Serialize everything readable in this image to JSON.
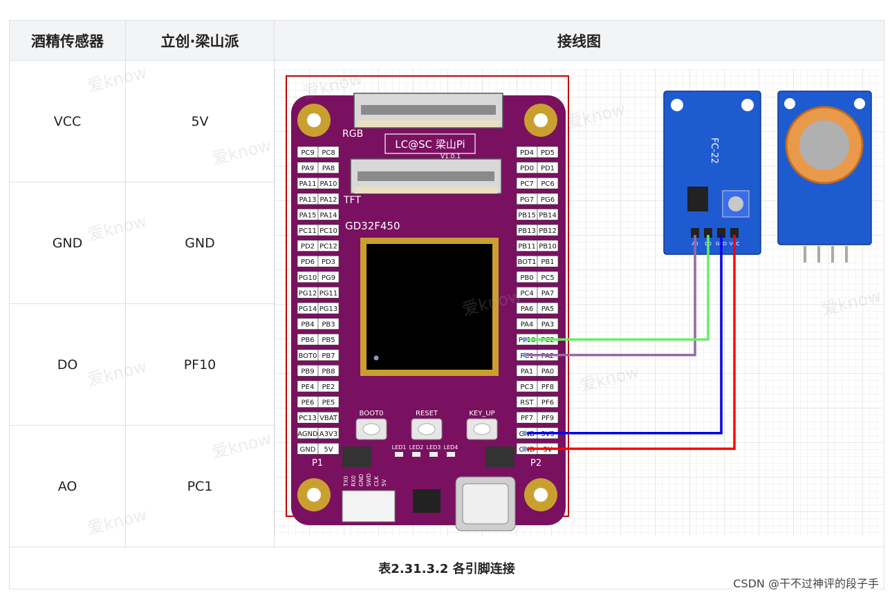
{
  "table": {
    "headers": [
      "酒精传感器",
      "立创·梁山派",
      "接线图"
    ],
    "rows": [
      {
        "sensor": "VCC",
        "board": "5V"
      },
      {
        "sensor": "GND",
        "board": "GND"
      },
      {
        "sensor": "DO",
        "board": "PF10"
      },
      {
        "sensor": "AO",
        "board": "PC1"
      }
    ],
    "caption": "表2.31.3.2 各引脚连接"
  },
  "board": {
    "rgb_label": "RGB",
    "tft_label": "TFT",
    "logo": "LC@SC 梁山Pi",
    "version": "V1.0.1",
    "chip": "GD32F450",
    "left_pins": [
      "PC9|PC8",
      "PA9|PA8",
      "PA11|PA10",
      "PA13|PA12",
      "PA15|PA14",
      "PC11|PC10",
      "PD2|PC12",
      "PD6|PD3",
      "PG10|PG9",
      "PG12|PG11",
      "PG14|PG13",
      "PB4|PB3",
      "PB6|PB5",
      "BOT0|PB7",
      "PB9|PB8",
      "PE4|PE2",
      "PE6|PE5",
      "PC13|VBAT",
      "AGND|A3V3",
      "GND|5V"
    ],
    "right_pins": [
      "PD4|PD5",
      "PD0|PD1",
      "PC7|PC6",
      "PG7|PG6",
      "PB15|PB14",
      "PB13|PB12",
      "PB11|PB10",
      "BOT1|PB1",
      "PB0|PC5",
      "PC4|PA7",
      "PA6|PA5",
      "PA4|PA3",
      "PF10|PC2",
      "PC1|PA2",
      "PA1|PA0",
      "PC3|PF8",
      "RST|PF6",
      "PF7|PF9",
      "GND|3V3",
      "GND|5V"
    ],
    "buttons": [
      "BOOT0",
      "RESET",
      "KEY_UP"
    ],
    "leds": [
      "LED1",
      "LED2",
      "LED3",
      "LED4"
    ],
    "p1": "P1",
    "p2": "P2",
    "serial_pins": [
      "TX0",
      "RX0",
      "GND",
      "SWD",
      "CLK",
      "5V"
    ]
  },
  "module": {
    "label": "FC-22",
    "pins": [
      "A0",
      "D0",
      "GND",
      "VCC"
    ]
  },
  "wire_colors": {
    "vcc": "#ff0000",
    "gnd": "#0000ee",
    "do": "#66ee66",
    "ao": "#9966aa",
    "board": "#7a1060"
  },
  "watermark": "爱know",
  "credit": "CSDN @干不过神评的段子手"
}
